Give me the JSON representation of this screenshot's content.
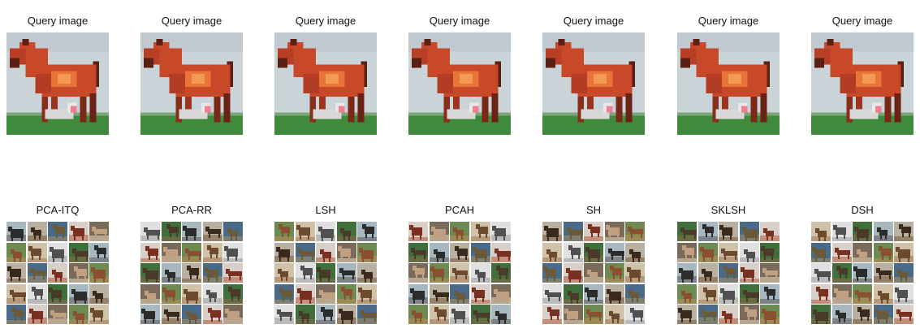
{
  "query_label": "Query image",
  "methods": [
    {
      "name": "PCA-ITQ"
    },
    {
      "name": "PCA-RR"
    },
    {
      "name": "LSH"
    },
    {
      "name": "PCAH"
    },
    {
      "name": "SH"
    },
    {
      "name": "SKLSH"
    },
    {
      "name": "DSH"
    }
  ],
  "colors": {
    "horse_body": "#c8482a",
    "horse_highlight": "#e8743a",
    "horse_dark": "#5a2014",
    "sky": "#c9d3d8",
    "grass": "#3f8a3c",
    "text": "#111111"
  }
}
